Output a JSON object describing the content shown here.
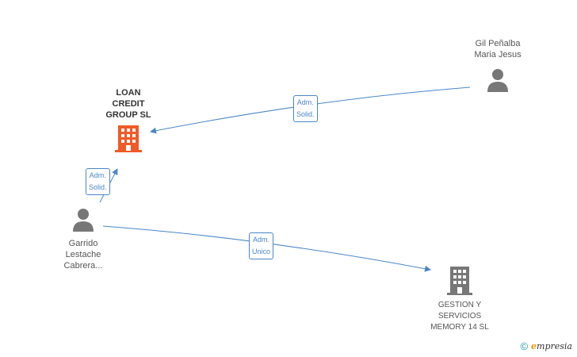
{
  "nodes": {
    "company_main": {
      "label": "LOAN\nCREDIT\nGROUP SL",
      "icon": "building-icon",
      "color": "#f05a28"
    },
    "company_2": {
      "label": "GESTION Y\nSERVICIOS\nMEMORY 14  SL",
      "icon": "building-icon",
      "color": "#777777"
    },
    "person_1": {
      "label": "Gil Peñalba\nMaria Jesus",
      "icon": "person-icon",
      "color": "#777777"
    },
    "person_2": {
      "label": "Garrido\nLestache\nCabrera...",
      "icon": "person-icon",
      "color": "#777777"
    }
  },
  "edges": [
    {
      "label_line1": "Adm.",
      "label_line2": "Solid."
    },
    {
      "label_line1": "Adm.",
      "label_line2": "Solid."
    },
    {
      "label_line1": "Adm.",
      "label_line2": "Unico"
    }
  ],
  "footer": {
    "copyright": "©",
    "brand_e": "e",
    "brand_rest": "mpresia"
  },
  "colors": {
    "edge": "#4a86c8"
  }
}
